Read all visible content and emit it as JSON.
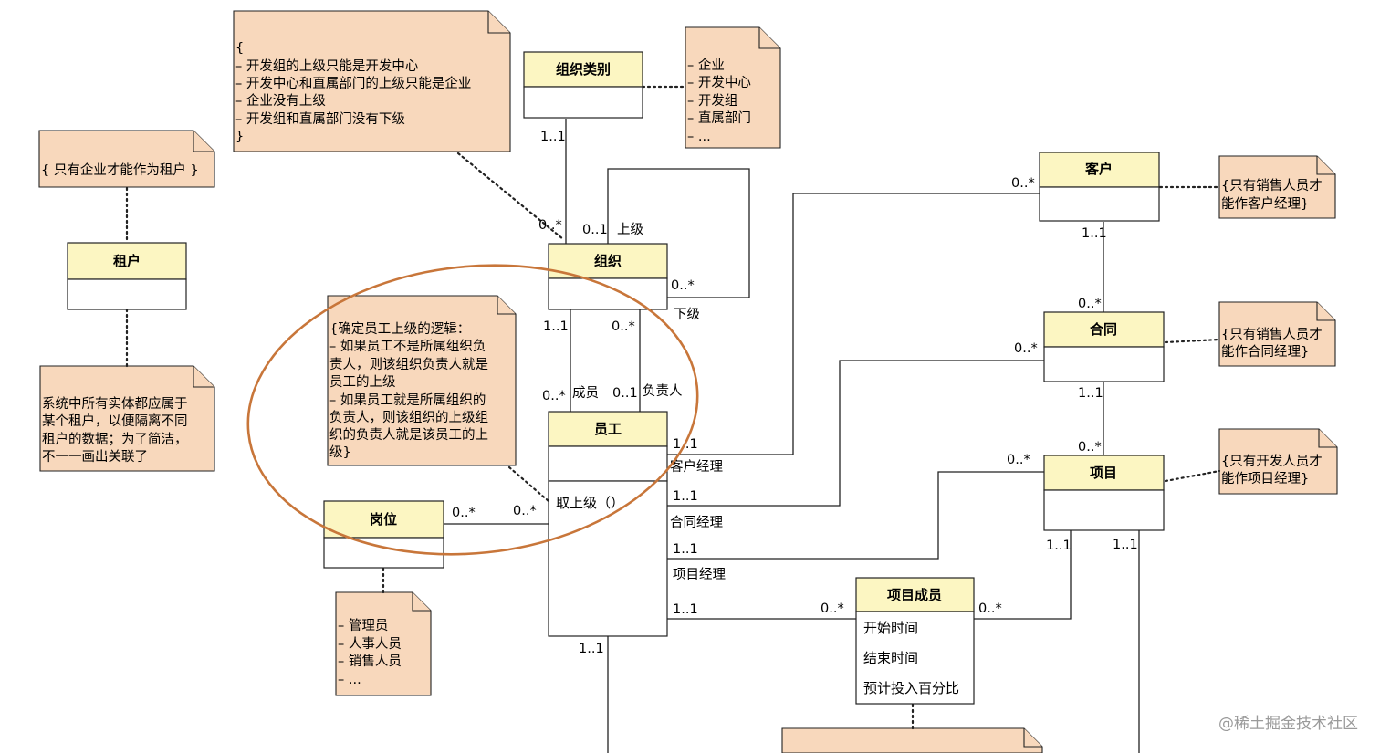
{
  "classes": {
    "org_category": {
      "name": "组织类别"
    },
    "organization": {
      "name": "组织"
    },
    "tenant": {
      "name": "租户"
    },
    "employee": {
      "name": "员工",
      "operation": "取上级（）"
    },
    "position": {
      "name": "岗位"
    },
    "customer": {
      "name": "客户"
    },
    "contract": {
      "name": "合同"
    },
    "project": {
      "name": "项目"
    },
    "project_member": {
      "name": "项目成员",
      "attributes": [
        "开始时间",
        "结束时间",
        "预计投入百分比"
      ]
    }
  },
  "notes": {
    "org_rules": [
      "{",
      "– 开发组的上级只能是开发中心",
      "– 开发中心和直属部门的上级只能是企业",
      "– 企业没有上级",
      "– 开发组和直属部门没有下级",
      "}"
    ],
    "org_category_values": [
      "– 企业",
      "– 开发中心",
      "– 开发组",
      "– 直属部门",
      "– ..."
    ],
    "tenant_rule": [
      "{ 只有企业才能作为租户 }"
    ],
    "tenant_note": [
      "系统中所有实体都应属于",
      "某个租户，以便隔离不同",
      "租户的数据；为了简洁，",
      "不一一画出关联了"
    ],
    "superior_logic": [
      "{确定员工上级的逻辑：",
      "– 如果员工不是所属组织负",
      "责人，则该组织负责人就是",
      "员工的上级",
      "– 如果员工就是所属组织的",
      "负责人，则该组织的上级组",
      "织的负责人就是该员工的上",
      "级}"
    ],
    "position_values": [
      "– 管理员",
      "– 人事人员",
      "– 销售人员",
      "– ..."
    ],
    "customer_rule": [
      "{只有销售人员才",
      "能作客户经理}"
    ],
    "contract_rule": [
      "{只有销售人员才",
      "能作合同经理}"
    ],
    "project_rule": [
      "{只有开发人员才",
      "能作项目经理}"
    ]
  },
  "labels": {
    "cat_mult": "1..1",
    "org_mult_from_cat": "0..*",
    "self_mult_top": "0..1",
    "self_role_top": "上级",
    "self_mult_bottom": "0..*",
    "self_role_bottom": "下级",
    "org_member_mult": "1..1",
    "org_head_mult": "0..*",
    "emp_member_mult": "0..*",
    "emp_member_role": "成员",
    "emp_head_mult": "0..1",
    "emp_head_role": "负责人",
    "pos_mult": "0..*",
    "emp_pos_mult": "0..*",
    "cust_mgr_mult": "1..1",
    "cust_mgr_role": "客户经理",
    "cust_mult": "0..*",
    "contract_mgr_mult": "1..1",
    "contract_mgr_role": "合同经理",
    "contract_mult": "0..*",
    "project_mgr_mult": "1..1",
    "project_mgr_role": "项目经理",
    "project_mult": "0..*",
    "member_emp_mult": "1..1",
    "member_mult_left": "0..*",
    "member_mult_right": "0..*",
    "emp_bottom_mult": "1..1",
    "cust_contract_top": "1..1",
    "cust_contract_bottom": "0..*",
    "contract_project_top": "1..1",
    "contract_project_bottom": "0..*",
    "project_left_mult": "1..1",
    "project_right_mult": "1..1"
  },
  "colors": {
    "class_header": "#fcf6c2",
    "note_fill": "#f8d8bc",
    "line": "#222222",
    "highlight_ellipse": "#c8763a"
  },
  "watermark": "@稀土掘金技术社区"
}
